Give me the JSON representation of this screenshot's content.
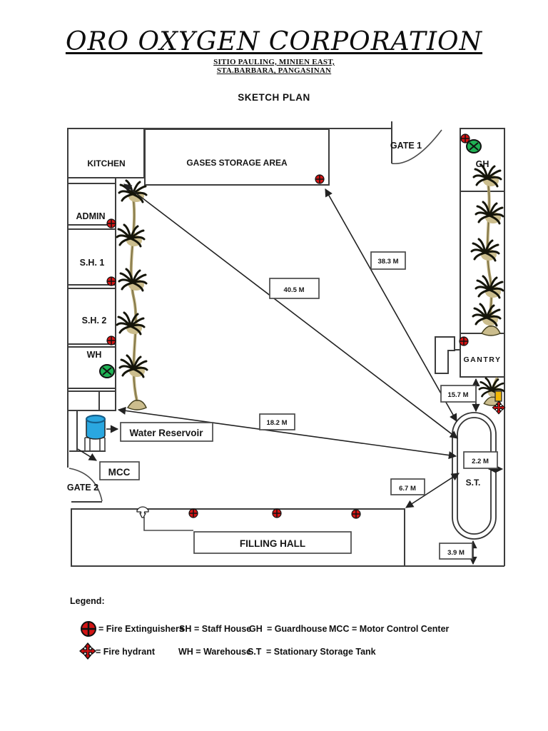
{
  "header": {
    "title": "ORO OXYGEN CORPORATION",
    "address_line1": "SITIO PAULING, MINIEN EAST,",
    "address_line2": "STA.BARBARA, PANGASINAN",
    "subtitle": "SKETCH PLAN"
  },
  "plan": {
    "rooms": {
      "kitchen": "KITCHEN",
      "gases_storage": "GASES STORAGE AREA",
      "admin": "ADMIN",
      "sh1": "S.H. 1",
      "sh2": "S.H. 2",
      "wh": "WH",
      "gh": "GH",
      "gantry": "GANTRY",
      "filling_hall": "FILLING HALL",
      "storage_tank": "S.T.",
      "mcc": "MCC",
      "water_reservoir": "Water Reservoir"
    },
    "gates": {
      "gate1": "GATE 1",
      "gate2": "GATE 2"
    },
    "measurements": {
      "m40_5": "40.5 M",
      "m38_3": "38.3 M",
      "m15_7": "15.7 M",
      "m18_2": "18.2 M",
      "m2_2": "2.2 M",
      "m6_7": "6.7 M",
      "m3_9": "3.9 M"
    }
  },
  "legend": {
    "title": "Legend:",
    "fire_extinguishers": "= Fire Extinguishers",
    "fire_hydrant": "= Fire hydrant",
    "sh_abbr": "SH",
    "sh_label": "= Staff House",
    "gh_abbr": "GH",
    "gh_label": "= Guardhouse",
    "mcc_label": "MCC = Motor Control Center",
    "wh_label": "WH = Warehouse",
    "st_abbr": "S.T",
    "st_label": "= Stationary Storage Tank"
  },
  "icons": {
    "fire_extinguisher": "red circle with cross",
    "fire_hydrant": "red four-point arrow cross",
    "emergency_light": "green ellipse with X",
    "palm_tree": "palm tree",
    "sprinkler": "white valve symbol",
    "water_tank": "blue cylinder",
    "yellow_tank": "small yellow box"
  },
  "colors": {
    "wall": "#3d3d3d",
    "extinguisher_red": "#d21515",
    "hydrant_red": "#cf1010",
    "light_green": "#1fb254",
    "water_blue": "#2aa7e0",
    "water_blue_dark": "#155e8a",
    "tank_yellow": "#f2b705",
    "palm_dark": "#15150a",
    "palm_tan": "#cbbd8d"
  }
}
